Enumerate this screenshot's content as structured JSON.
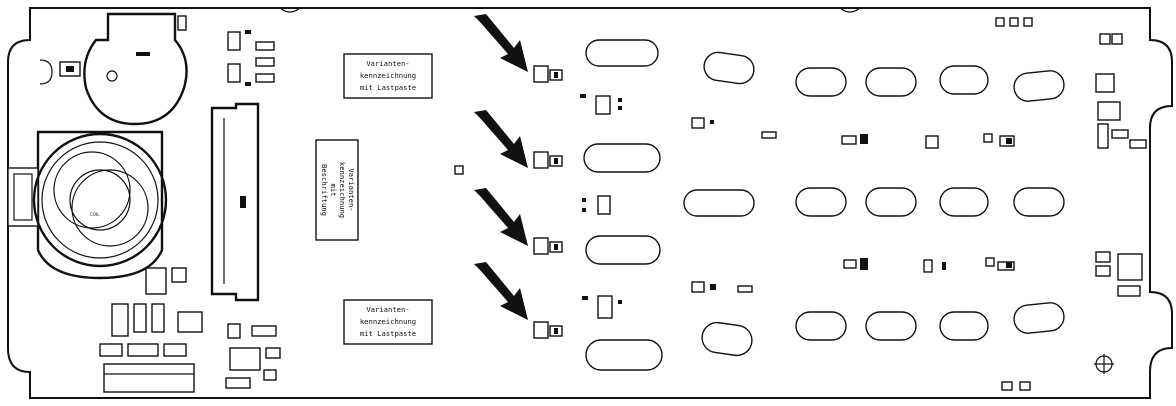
{
  "diagram": {
    "board_notes": {
      "top_left": [
        "Varianten-",
        "kennzeichnung",
        "mit Lastpaste"
      ],
      "center_vertical": [
        "Varianten-",
        "kennzeichnung",
        "mit",
        "Beschriftung"
      ],
      "bottom_left": [
        "Varianten-",
        "kennzeichnung",
        "mit Lastpaste"
      ]
    },
    "arrow_count": 4
  }
}
